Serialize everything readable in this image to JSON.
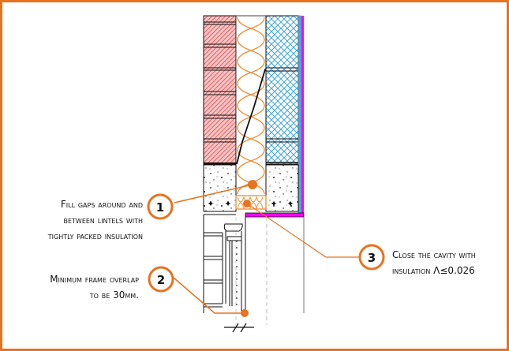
{
  "colors": {
    "accent": "#e8731f",
    "brick": "#e04a4a",
    "insulation": "#f08a2e",
    "blockwork": "#4aa8df",
    "membrane": "#ff00ff"
  },
  "callouts": [
    {
      "number": "1",
      "lines": [
        "Fill gaps around and",
        "between lintels with",
        "tightly packed insulation"
      ]
    },
    {
      "number": "2",
      "lines": [
        "Minimum frame overlap",
        "to be 30mm."
      ]
    },
    {
      "number": "3",
      "lines": [
        "Close the cavity with",
        "insulation Λ≤0.026"
      ]
    }
  ],
  "layers": [
    "brick-outer-leaf",
    "cavity-insulation",
    "inner-blockwork",
    "vapour-membrane",
    "lintel",
    "cavity-closer",
    "window-frame"
  ]
}
